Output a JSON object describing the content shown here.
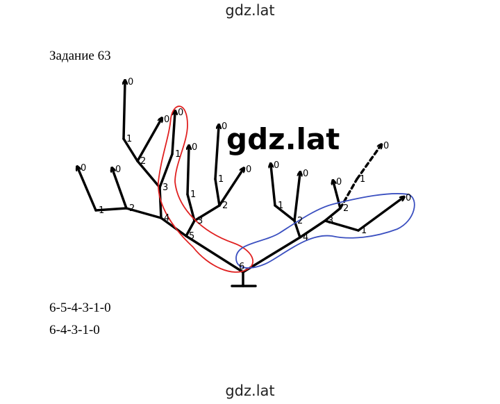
{
  "watermark": {
    "top": "gdz.lat",
    "center": "gdz.lat",
    "bottom": "gdz.lat"
  },
  "task_title": "Задание 63",
  "paths": [
    "6-5-4-3-1-0",
    "6-4-3-1-0"
  ],
  "colors": {
    "branch": "#000000",
    "highlight_path_1": "#e02020",
    "highlight_path_2": "#3a4fc0"
  },
  "tree": {
    "nodes": [
      {
        "id": "root",
        "label": "6"
      },
      {
        "id": "l5",
        "label": "5"
      },
      {
        "id": "l4",
        "label": "4"
      },
      {
        "id": "l2",
        "label": "2"
      },
      {
        "id": "l1",
        "label": "1"
      },
      {
        "id": "l0a",
        "label": "0"
      },
      {
        "id": "l0b",
        "label": "0"
      },
      {
        "id": "l3",
        "label": "3"
      },
      {
        "id": "l2b",
        "label": "2"
      },
      {
        "id": "l1b",
        "label": "1"
      },
      {
        "id": "l0c",
        "label": "0"
      },
      {
        "id": "l0d",
        "label": "0"
      },
      {
        "id": "l1c",
        "label": "1"
      },
      {
        "id": "l0e",
        "label": "0"
      },
      {
        "id": "l3b",
        "label": "3"
      },
      {
        "id": "l1d",
        "label": "1"
      },
      {
        "id": "l0f",
        "label": "0"
      },
      {
        "id": "l2c",
        "label": "2"
      },
      {
        "id": "l1e",
        "label": "1"
      },
      {
        "id": "l0g",
        "label": "0"
      },
      {
        "id": "l0h",
        "label": "0"
      },
      {
        "id": "r4",
        "label": "4"
      },
      {
        "id": "r2",
        "label": "2"
      },
      {
        "id": "r1",
        "label": "1"
      },
      {
        "id": "r0a",
        "label": "0"
      },
      {
        "id": "r0b",
        "label": "0"
      },
      {
        "id": "r3",
        "label": "3"
      },
      {
        "id": "r2b",
        "label": "2"
      },
      {
        "id": "r1b",
        "label": "1"
      },
      {
        "id": "r0c",
        "label": "0"
      },
      {
        "id": "r0d",
        "label": "0"
      },
      {
        "id": "r1c",
        "label": "1"
      },
      {
        "id": "r0e",
        "label": "0"
      }
    ]
  }
}
